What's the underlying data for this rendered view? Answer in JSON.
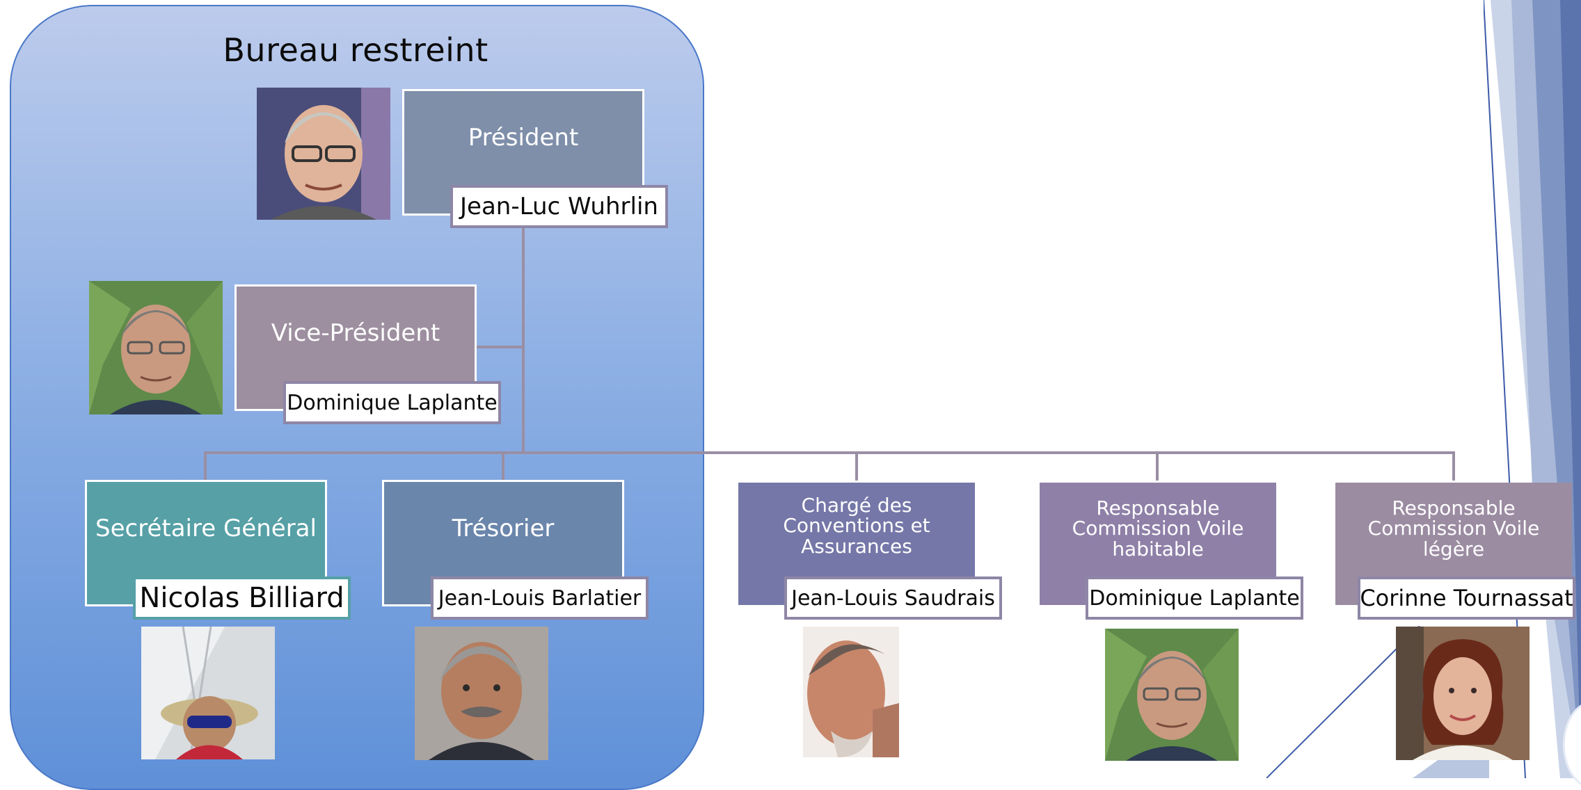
{
  "panel": {
    "title": "Bureau restreint"
  },
  "roles": [
    {
      "title": "Président",
      "name": "Jean-Luc Wuhrlin"
    },
    {
      "title": "Vice-Président",
      "name": "Dominique Laplante"
    },
    {
      "title": "Secrétaire Général",
      "name": "Nicolas Billiard"
    },
    {
      "title": "Trésorier",
      "name": "Jean-Louis Barlatier"
    },
    {
      "title": "Chargé des Conventions et Assurances",
      "name": "Jean-Louis Saudrais"
    },
    {
      "title": "Responsable Commission Voile habitable",
      "name": "Dominique Laplante"
    },
    {
      "title": "Responsable Commission Voile légère",
      "name": "Corinne Tournassat"
    }
  ],
  "photos": [
    {
      "icon": "portrait-jean-luc-wuhrlin-photo"
    },
    {
      "icon": "portrait-dominique-laplante-photo"
    },
    {
      "icon": "portrait-nicolas-billiard-photo"
    },
    {
      "icon": "portrait-jean-louis-barlatier-photo"
    },
    {
      "icon": "portrait-jean-louis-saudrais-photo"
    },
    {
      "icon": "portrait-dominique-laplante-photo"
    },
    {
      "icon": "portrait-corinne-tournassat-photo"
    }
  ],
  "colors": {
    "president": "#7f8faa",
    "vice_president": "#9d8f9f",
    "secretaire": "#56a0a6",
    "tresorier": "#6b86ab",
    "conventions": "#7577a8",
    "voile_habitable": "#8f80a8",
    "voile_legere": "#9b8ca2",
    "connector": "#9a8ea4",
    "panel_top": "#bccbec",
    "panel_bottom": "#5f90d8"
  }
}
